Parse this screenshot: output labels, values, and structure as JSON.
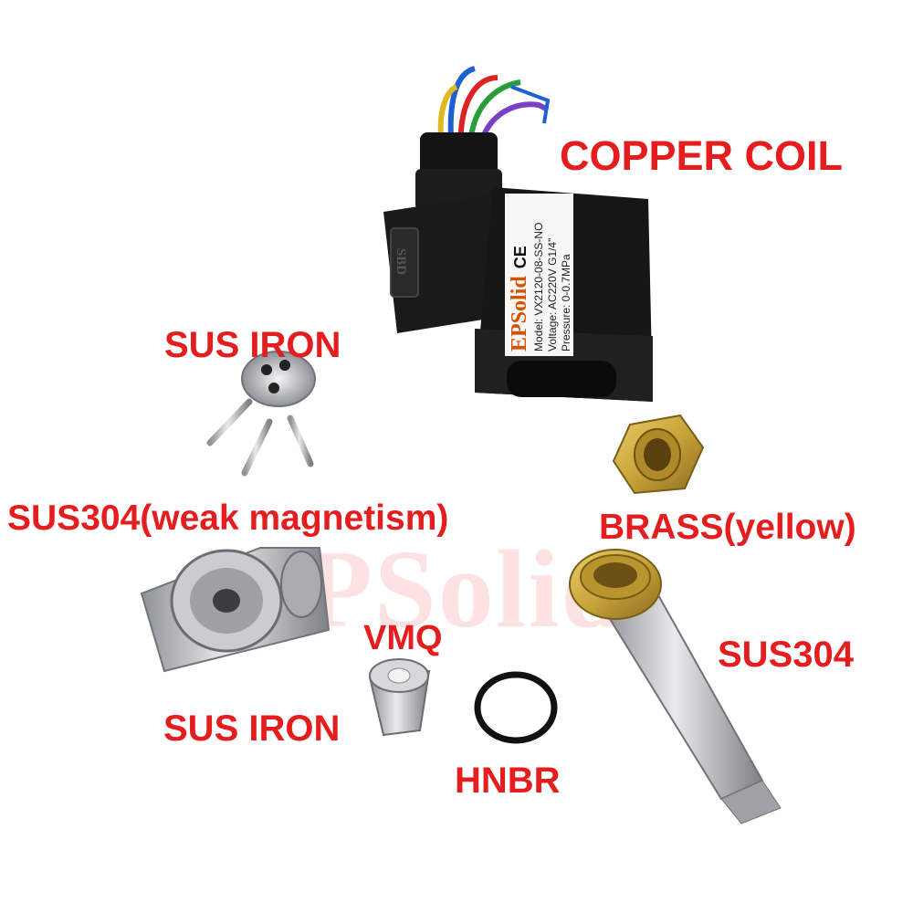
{
  "labels": {
    "copper_coil": "COPPER COIL",
    "sus_iron_top": "SUS IRON",
    "sus304_weak": "SUS304(weak magnetism)",
    "brass": "BRASS(yellow)",
    "vmq": "VMQ",
    "sus304": "SUS304",
    "sus_iron_bottom": "SUS IRON",
    "hnbr": "HNBR"
  },
  "watermark": "EPSolid",
  "coil_label": {
    "brand": "EPSolid",
    "ce_mark": "CE",
    "model": "Model: VX2120-08-SS-NO",
    "voltage": "Voltage: AC220V G1/4\"",
    "pressure": "Pressure: 0-0.7MPa",
    "connector_mark": "SBD"
  },
  "colors": {
    "label_red": "#e41e1e",
    "coil_black": "#1a1a1a",
    "brass": "#c9a43a",
    "steel": "#bfc3c7"
  }
}
